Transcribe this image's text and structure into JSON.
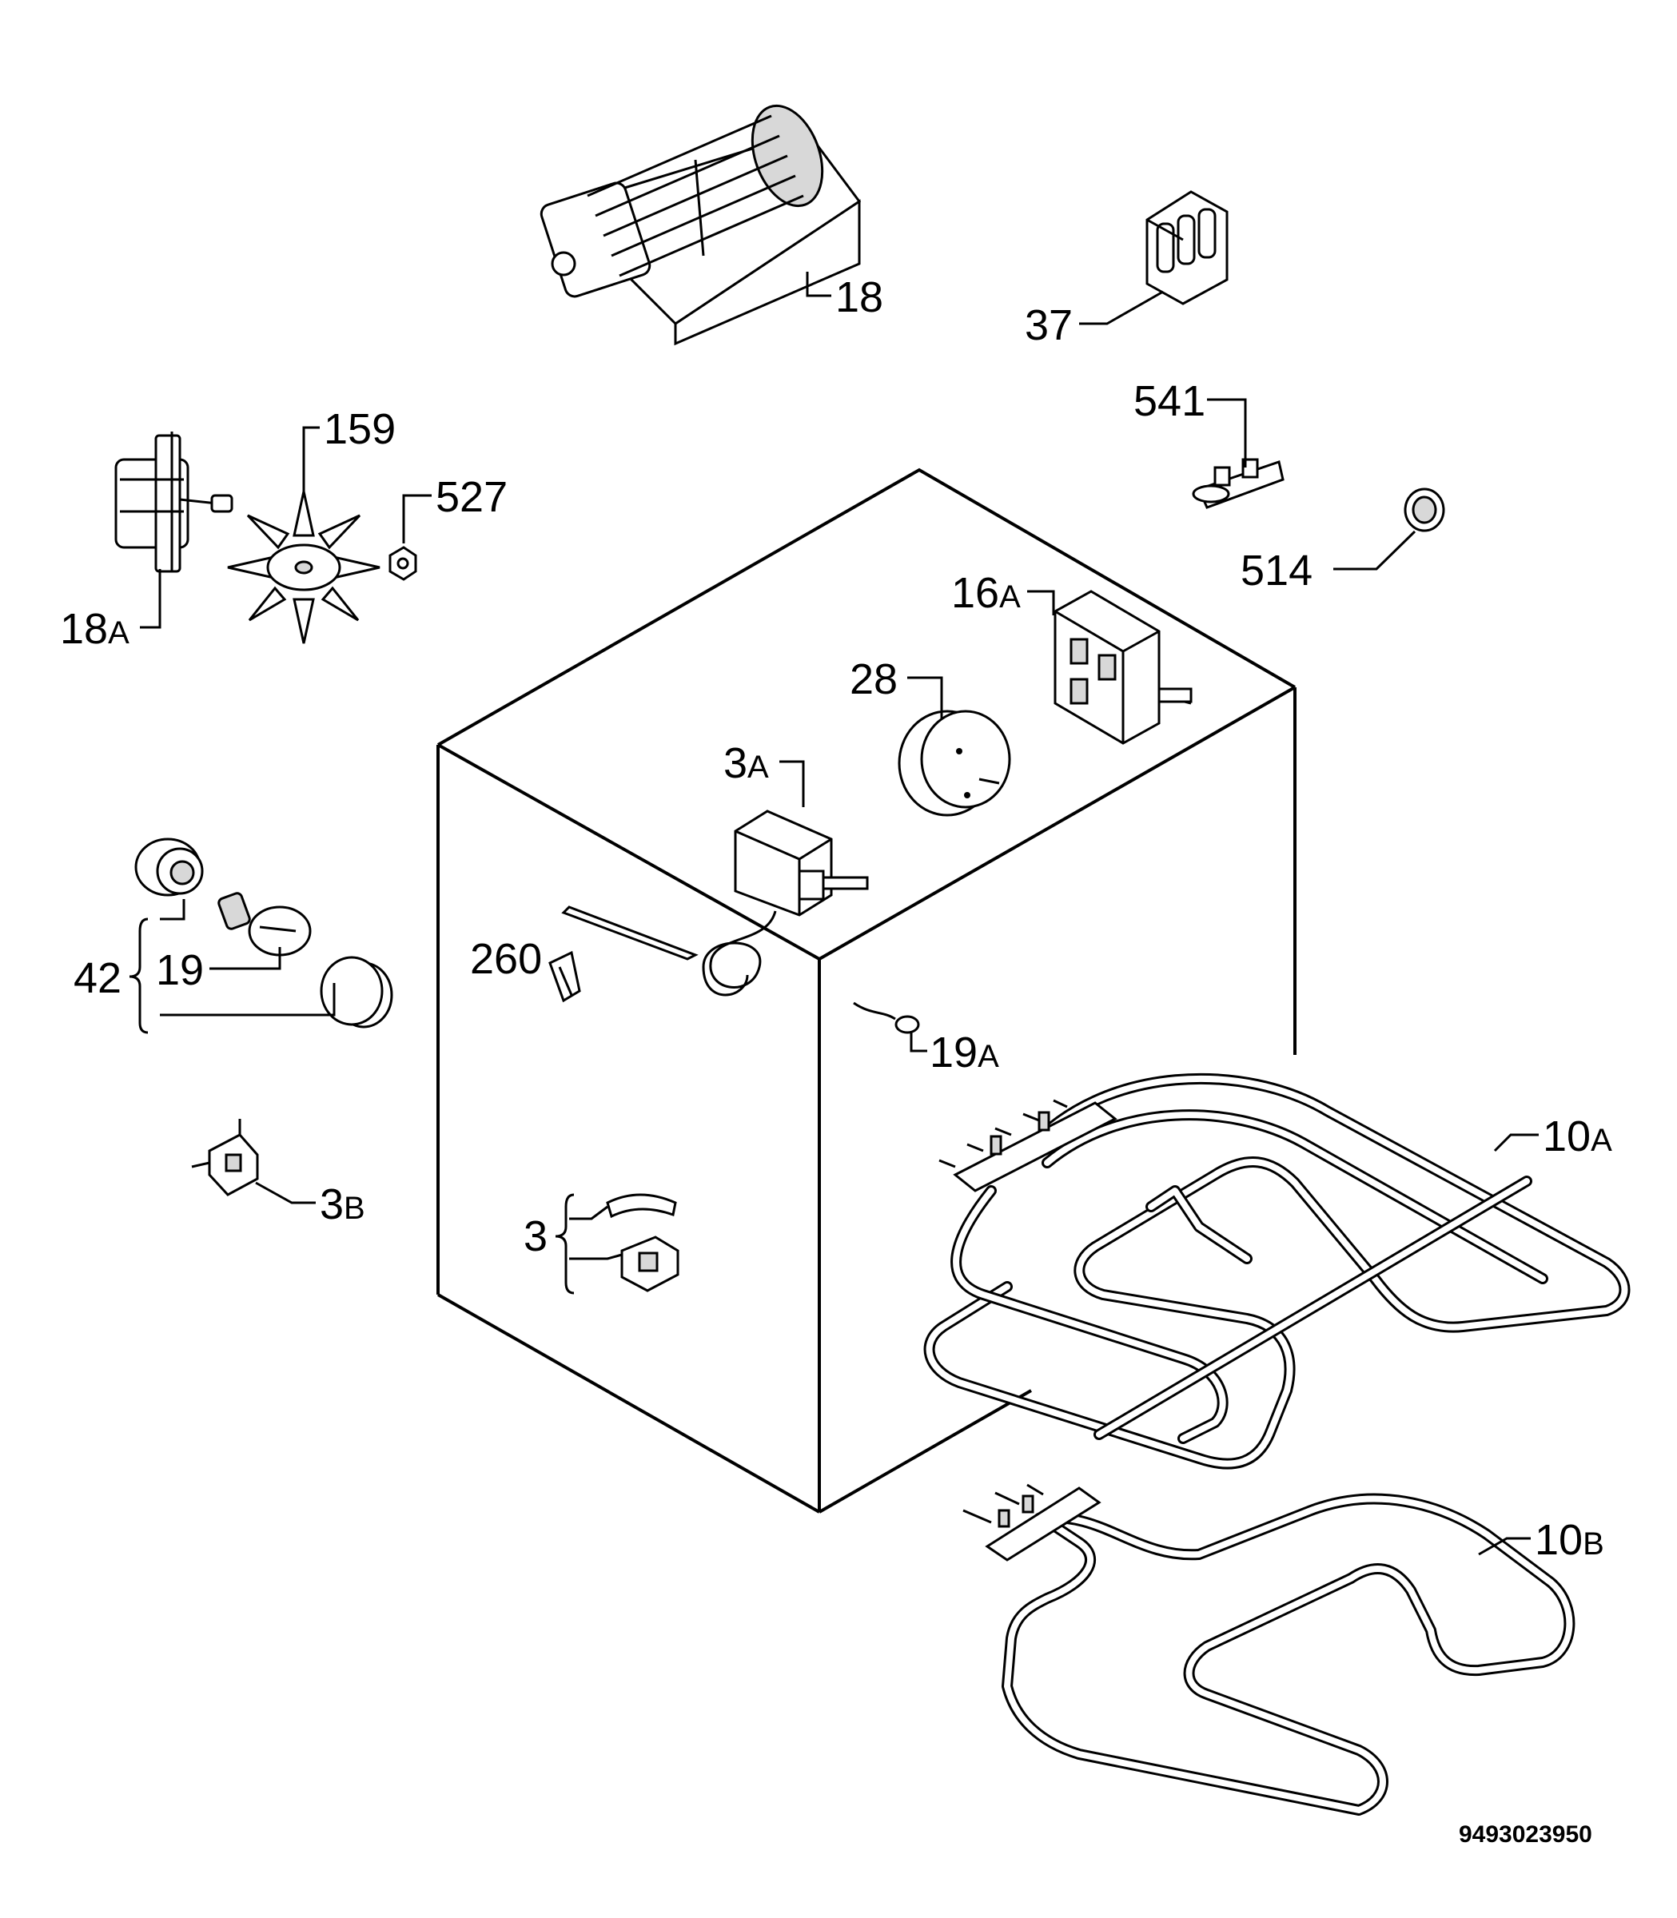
{
  "labels": {
    "p18": "18",
    "p37": "37",
    "p541": "541",
    "p159": "159",
    "p527": "527",
    "p514": "514",
    "p18a_num": "18",
    "p18a_suf": "A",
    "p16a_num": "16",
    "p16a_suf": "A",
    "p28": "28",
    "p3a_num": "3",
    "p3a_suf": "A",
    "p42": "42",
    "p19": "19",
    "p260": "260",
    "p19a_num": "19",
    "p19a_suf": "A",
    "p10a_num": "10",
    "p10a_suf": "A",
    "p3b_num": "3",
    "p3b_suf": "B",
    "p3": "3",
    "p10b_num": "10",
    "p10b_suf": "B"
  },
  "drawing_code": "9493023950"
}
